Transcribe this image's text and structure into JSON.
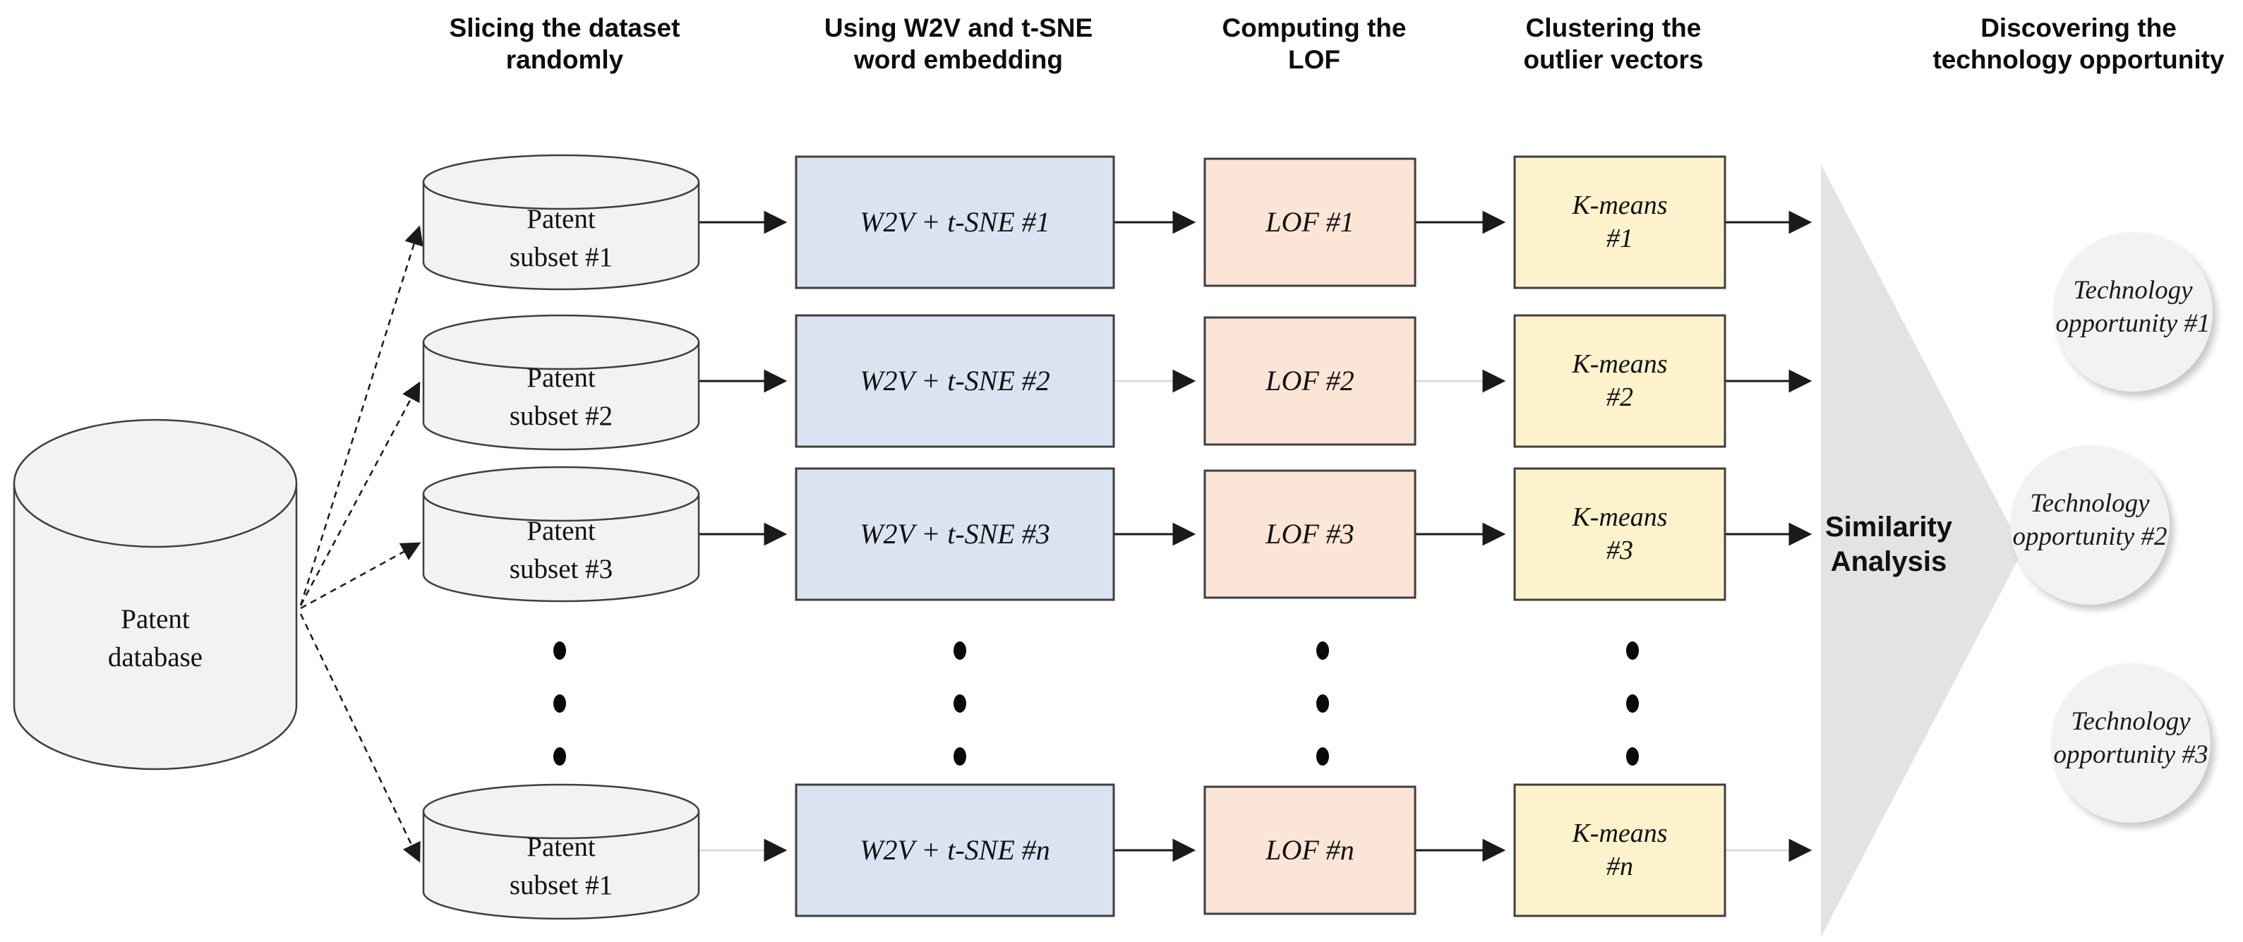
{
  "headers": [
    "Slicing the dataset\nrandomly",
    "Using W2V and t-SNE\nword embedding",
    "Computing the\nLOF",
    "Clustering the\noutlier vectors",
    "Discovering the\ntechnology opportunity"
  ],
  "database": {
    "label": "Patent\ndatabase"
  },
  "rows": [
    {
      "subset": "Patent\nsubset #1",
      "w2v": "W2V + t-SNE #1",
      "lof": "LOF #1",
      "kmeans": "K-means\n#1"
    },
    {
      "subset": "Patent\nsubset #2",
      "w2v": "W2V + t-SNE #2",
      "lof": "LOF #2",
      "kmeans": "K-means\n#2"
    },
    {
      "subset": "Patent\nsubset #3",
      "w2v": "W2V + t-SNE #3",
      "lof": "LOF #3",
      "kmeans": "K-means\n#3"
    },
    {
      "subset": "Patent\nsubset #1",
      "w2v": "W2V + t-SNE #n",
      "lof": "LOF #n",
      "kmeans": "K-means\n#n"
    }
  ],
  "similarity": {
    "label": "Similarity\nAnalysis"
  },
  "opportunities": [
    "Technology\nopportunity #1",
    "Technology\nopportunity #2",
    "Technology\nopportunity #3"
  ],
  "colors": {
    "embedding_box": "#dae3f1",
    "lof_box": "#fbe5d6",
    "kmeans_box": "#fdf2cc",
    "cylinder": "#f2f2f2",
    "arrow_fill": "#e3e3e3",
    "border": "#3f3f3f",
    "line": "#1a1a1a",
    "faint_line": "#dcdcdc"
  }
}
